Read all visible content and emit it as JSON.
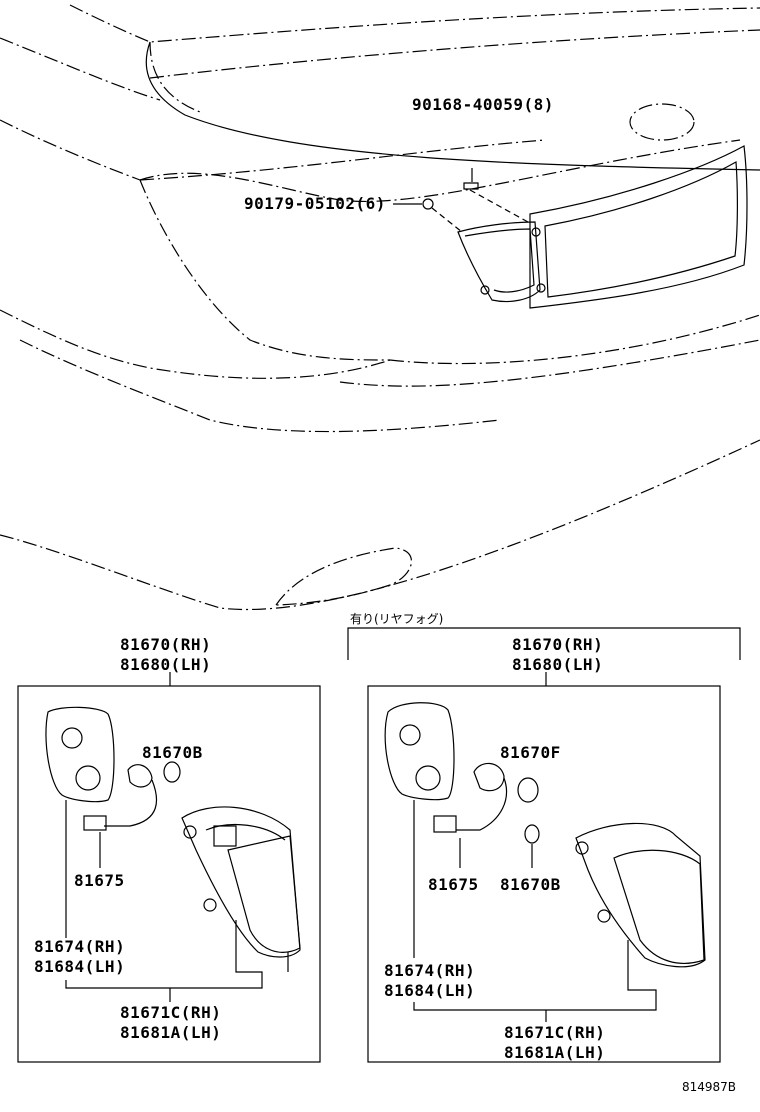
{
  "callouts": {
    "bolt": "90168-40059(8)",
    "nut": "90179-05102(6)",
    "optional_note": "有り(リヤフォグ)"
  },
  "left_kit": {
    "assembly_rh": "81670(RH)",
    "assembly_lh": "81680(LH)",
    "bulb": "81670B",
    "socket": "81675",
    "lens_rh": "81674(RH)",
    "lens_lh": "81684(LH)",
    "housing_rh": "81671C(RH)",
    "housing_lh": "81681A(LH)"
  },
  "right_kit": {
    "assembly_rh": "81670(RH)",
    "assembly_lh": "81680(LH)",
    "bulb_top": "81670F",
    "socket": "81675",
    "bulb_bottom": "81670B",
    "lens_rh": "81674(RH)",
    "lens_lh": "81684(LH)",
    "housing_rh": "81671C(RH)",
    "housing_lh": "81681A(LH)"
  },
  "figure_id": "814987B"
}
